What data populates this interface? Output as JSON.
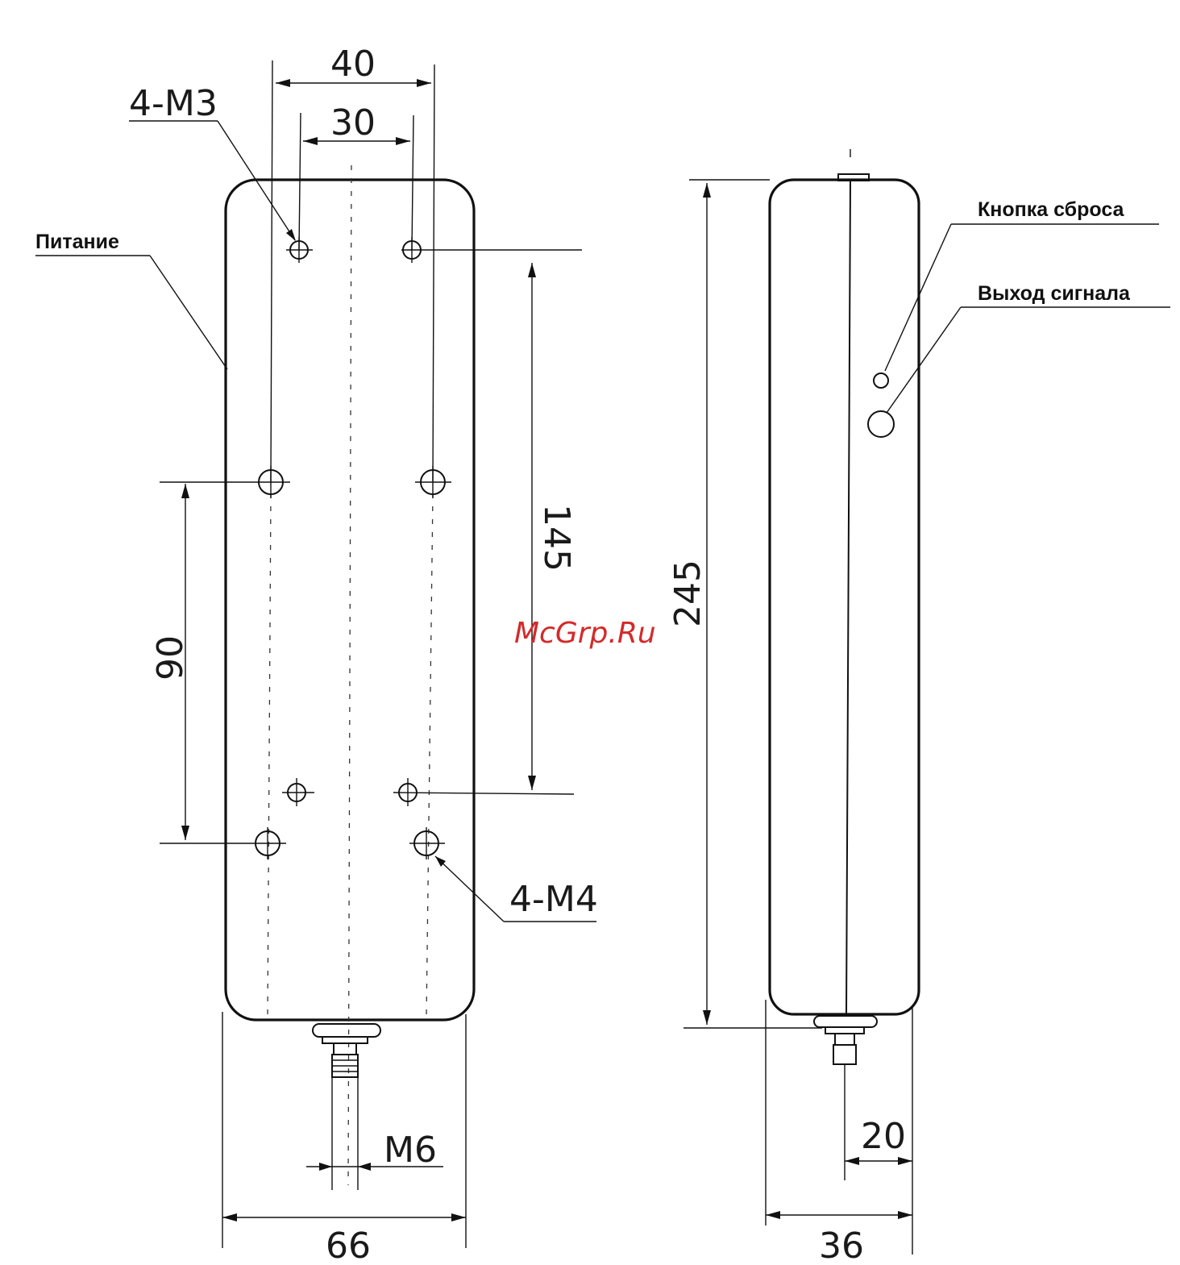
{
  "front_view": {
    "dims": {
      "top_outer": "40",
      "top_inner": "30",
      "vert_right": "145",
      "vert_left": "90",
      "width": "66",
      "thread": "M6"
    },
    "callouts": {
      "top_holes": "4-M3",
      "bottom_holes": "4-M4",
      "power": "Питание"
    }
  },
  "side_view": {
    "dims": {
      "height": "245",
      "width": "36",
      "offset": "20"
    },
    "callouts": {
      "reset_button": "Кнопка сброса",
      "signal_output": "Выход сигнала"
    }
  },
  "watermark": "McGrp.Ru"
}
